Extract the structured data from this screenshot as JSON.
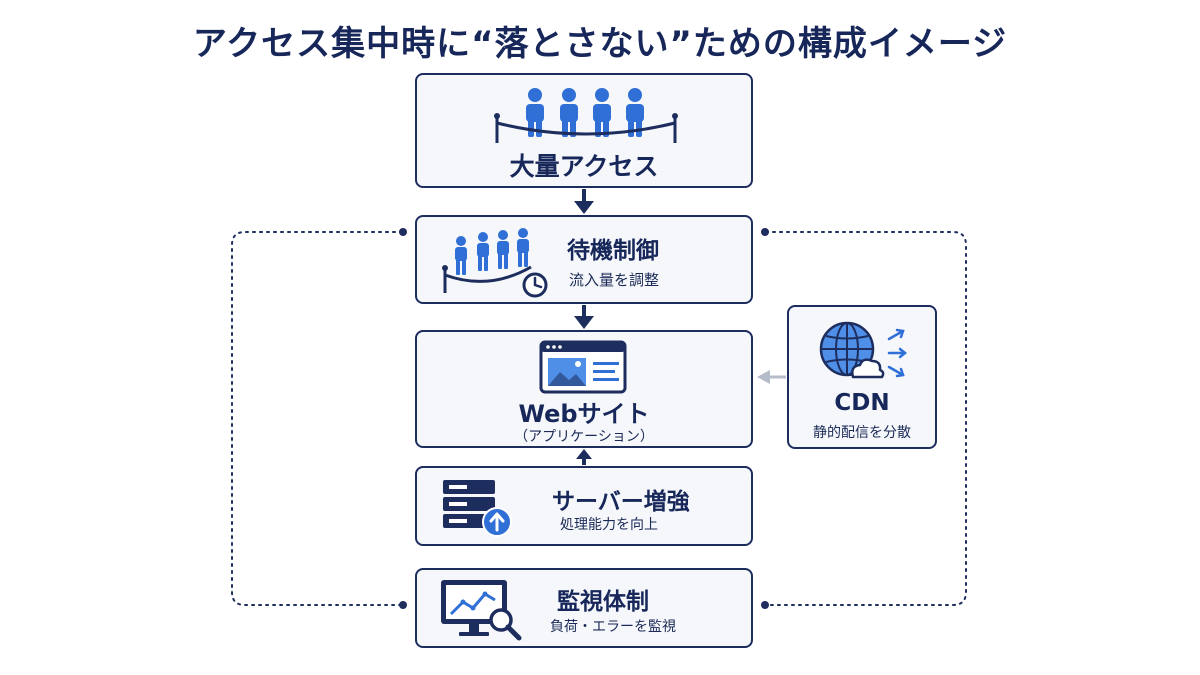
{
  "title": "アクセス集中時に“落とさない”ための構成イメージ",
  "nodes": {
    "access": {
      "title": "大量アクセス"
    },
    "waiting": {
      "title": "待機制御",
      "subtitle": "流入量を調整"
    },
    "website": {
      "title": "Webサイト",
      "subtitle": "（アプリケーション）"
    },
    "server": {
      "title": "サーバー増強",
      "subtitle": "処理能力を向上"
    },
    "monitoring": {
      "title": "監視体制",
      "subtitle": "負荷・エラーを監視"
    },
    "cdn": {
      "title": "CDN",
      "subtitle": "静的配信を分散"
    }
  },
  "colors": {
    "navy": "#1d2d5e",
    "blue": "#2f6fd6",
    "light_blue": "#4f8fe8",
    "box_bg": "#f5f7fb",
    "gray_arrow": "#b5bcca"
  },
  "icons": {
    "access": "queue-people-icon",
    "waiting": "queue-clock-icon",
    "website": "browser-window-icon",
    "server": "server-upgrade-icon",
    "monitoring": "monitor-chart-search-icon",
    "cdn": "globe-cloud-icon"
  }
}
